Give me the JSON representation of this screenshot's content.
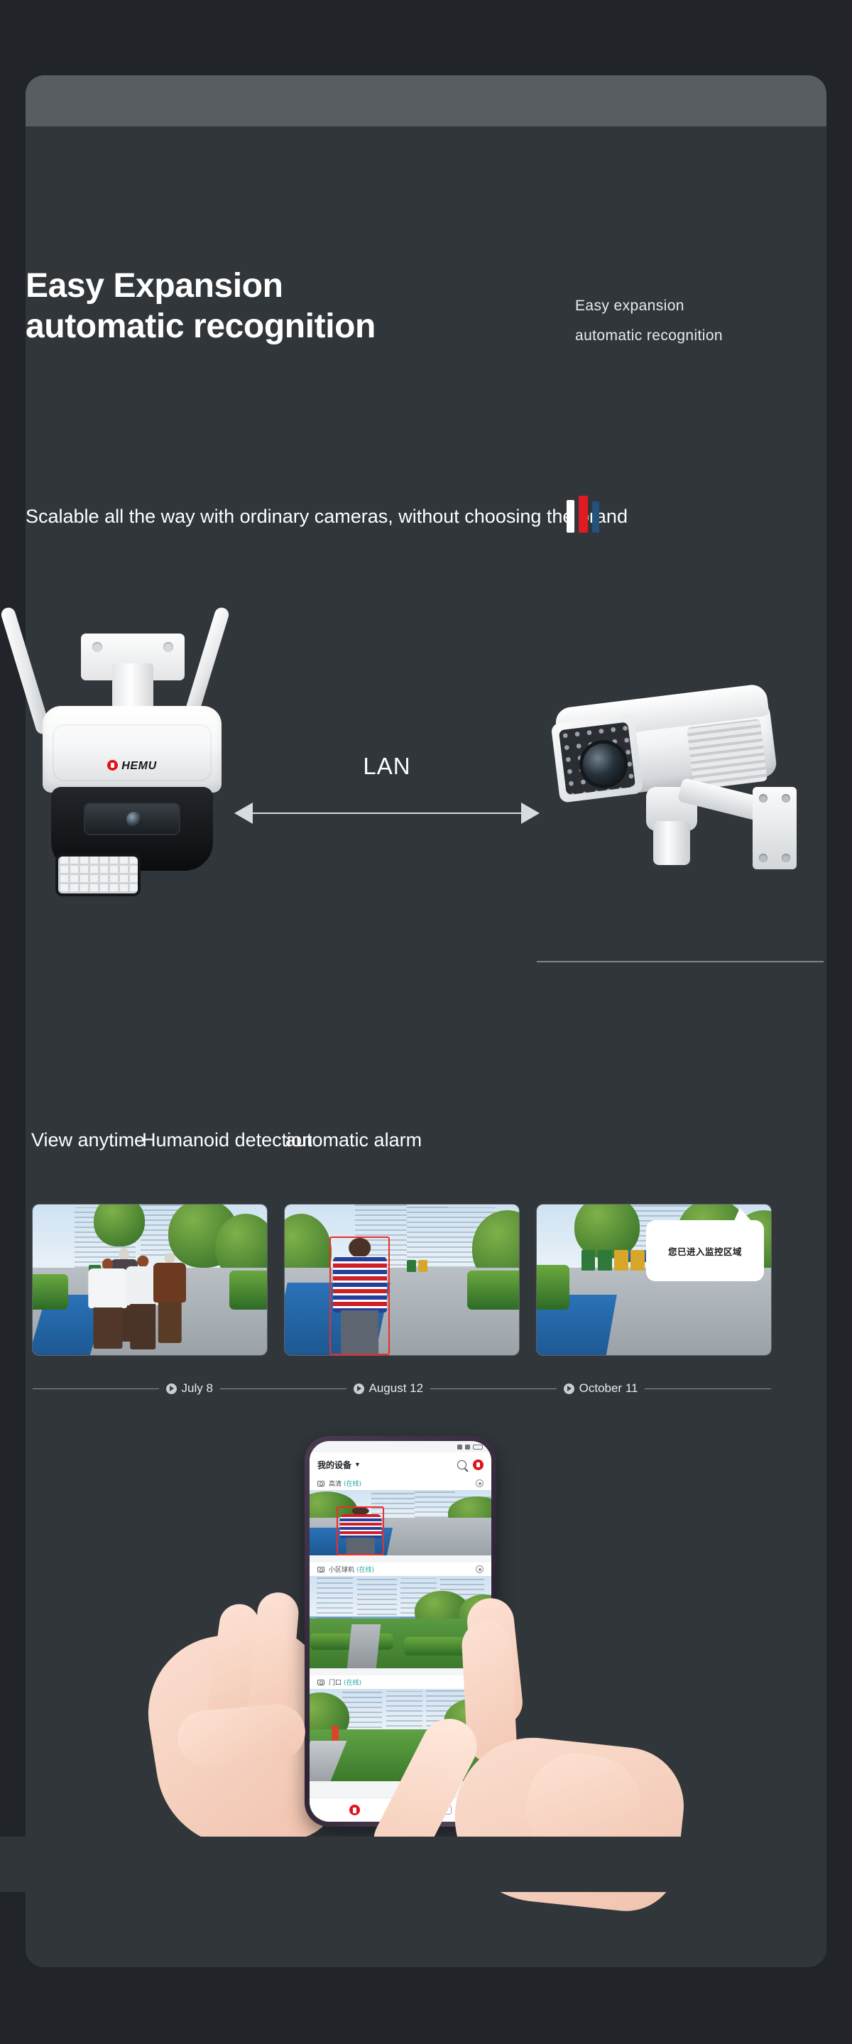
{
  "page": {
    "background_color": "#212529",
    "card_color": "#31363b",
    "header_bar_color": "#585d62",
    "accent_red": "#e0131b"
  },
  "hero": {
    "title_line1": "Easy Expansion",
    "title_line2": "automatic recognition",
    "side_line1": "Easy expansion",
    "side_line2": "automatic recognition"
  },
  "tagline": "Scalable all the way with ordinary cameras, without choosing the brand",
  "hardware": {
    "ptz_camera": {
      "brand": "HEMU",
      "antenna_left_name": "antenna",
      "antenna_right_name": "antenna"
    },
    "connection_label": "LAN",
    "bullet_camera": {
      "name": "bullet-camera"
    }
  },
  "features": {
    "labels": [
      "View anytime",
      "Humanoid detection",
      "automatic alarm"
    ]
  },
  "thumbnails": [
    {
      "alt": "elderly people walking on path",
      "has_detection_box": false,
      "bubble": null
    },
    {
      "alt": "man in striped shirt detected",
      "has_detection_box": true,
      "bubble": null
    },
    {
      "alt": "monitored walkway with bins",
      "has_detection_box": false,
      "bubble": "您已进入监控区域"
    }
  ],
  "timeline": {
    "entries": [
      {
        "label": "July 8"
      },
      {
        "label": "August 12"
      },
      {
        "label": "October 11"
      }
    ]
  },
  "phone": {
    "app_bar": {
      "title": "我的设备",
      "caret": "▼",
      "search_icon": "search-icon",
      "brand_icon": "hemu-logo-icon"
    },
    "device_rows": [
      {
        "name": "高清",
        "status": "(在线)"
      },
      {
        "name": "小区球机",
        "status": "(在线)"
      },
      {
        "name": "门口",
        "status": "(在线)"
      }
    ],
    "tabs": [
      {
        "name": "devices-tab",
        "active": true
      },
      {
        "name": "playback-tab",
        "active": false
      }
    ]
  }
}
